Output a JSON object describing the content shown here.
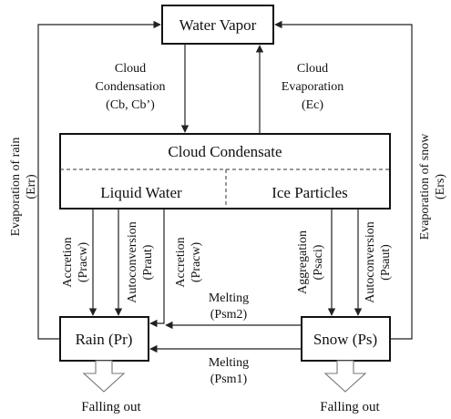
{
  "boxes": {
    "water_vapor": "Water Vapor",
    "cloud_condensate": "Cloud Condensate",
    "liquid_water": "Liquid Water",
    "ice_particles": "Ice Particles",
    "rain": "Rain (Pr)",
    "snow": "Snow (Ps)"
  },
  "processes": {
    "cloud_condensation": [
      "Cloud",
      "Condensation",
      "(Cb, Cb’)"
    ],
    "cloud_evaporation": [
      "Cloud",
      "Evaporation",
      "(Ec)"
    ],
    "evaporation_rain": [
      "Evaporation of rain",
      "(Err)"
    ],
    "evaporation_snow": [
      "Evaporation of snow",
      "(Ers)"
    ],
    "accretion_left": [
      "Accretion",
      "(Pracw)"
    ],
    "autoconversion_left": [
      "Autoconversion",
      "(Praut)"
    ],
    "accretion_right": [
      "Accretion",
      "(Pracw)"
    ],
    "aggregation": [
      "Aggregation",
      "(Psaci)"
    ],
    "autoconversion_right": [
      "Autoconversion",
      "(Psaut)"
    ],
    "melting_upper": [
      "Melting",
      "(Psm2)"
    ],
    "melting_lower": [
      "Melting",
      "(Psm1)"
    ]
  },
  "outputs": {
    "falling_out_rain": "Falling out",
    "falling_out_snow": "Falling out"
  }
}
